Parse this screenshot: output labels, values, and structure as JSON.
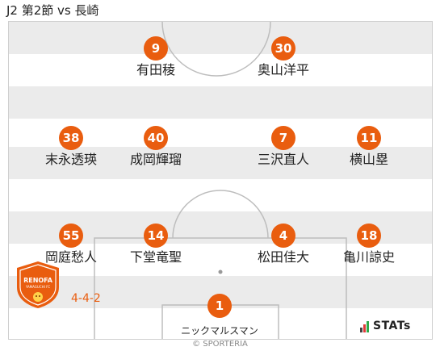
{
  "match_title": "J2 第2節 vs 長崎",
  "formation": "4-4-2",
  "players": [
    {
      "number": "9",
      "name": "有田稜"
    },
    {
      "number": "30",
      "name": "奥山洋平"
    },
    {
      "number": "38",
      "name": "末永透瑛"
    },
    {
      "number": "40",
      "name": "成岡輝瑠"
    },
    {
      "number": "7",
      "name": "三沢直人"
    },
    {
      "number": "11",
      "name": "横山塁"
    },
    {
      "number": "55",
      "name": "岡庭愁人"
    },
    {
      "number": "14",
      "name": "下堂竜聖"
    },
    {
      "number": "4",
      "name": "松田佳大"
    },
    {
      "number": "18",
      "name": "亀川諒史"
    },
    {
      "number": "1",
      "name": "ニックマルスマン"
    }
  ],
  "crest": {
    "name": "RENOFA",
    "sub": "YAMAGUCHI FC"
  },
  "stats_logo": "STATs",
  "credit": "© SPORTERIA",
  "colors": {
    "accent": "#e95d0f",
    "band": "#ebebeb",
    "lines": "#bdbdbd"
  }
}
